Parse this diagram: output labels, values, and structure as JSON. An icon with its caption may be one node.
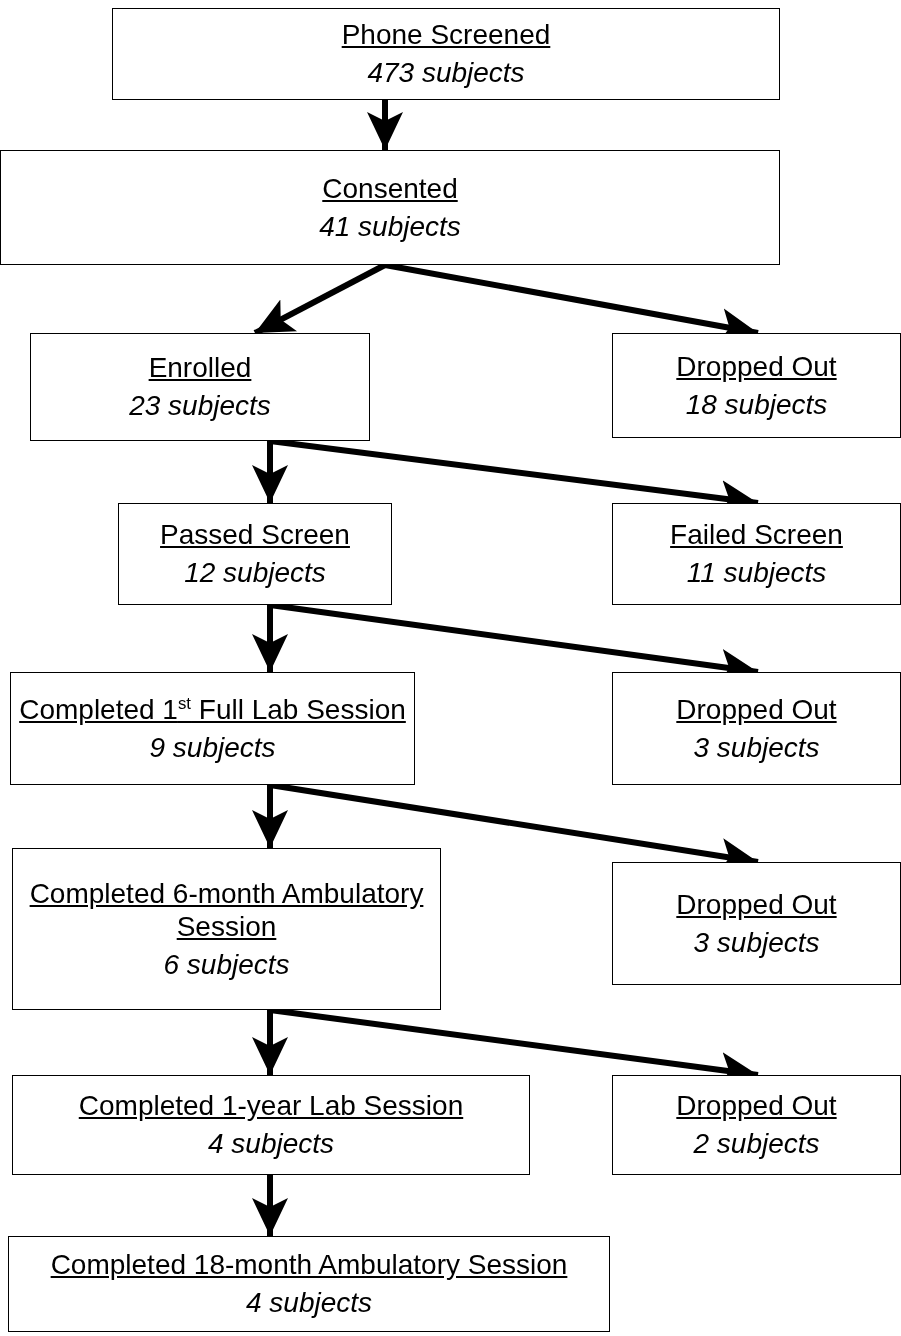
{
  "diagram": {
    "nodes": [
      {
        "text": [
          "Phone Screened",
          "473 subjects"
        ]
      },
      {
        "text": [
          "Consented",
          "41 subjects"
        ]
      },
      {
        "text": [
          "Enrolled",
          "23 subjects"
        ]
      },
      {
        "text": [
          "Dropped Out",
          "18 subjects"
        ]
      },
      {
        "text": [
          "Passed Screen",
          "12 subjects"
        ]
      },
      {
        "text": [
          "Failed Screen",
          "11 subjects"
        ]
      },
      {
        "text": [
          "Completed 1$^{st}$ Full Lab Session",
          "9 subjects"
        ]
      },
      {
        "text": [
          "Dropped Out",
          "3 subjects"
        ]
      },
      {
        "text": [
          "Completed 6-month Ambulatory Session",
          "6 subjects"
        ]
      },
      {
        "text": [
          "Dropped Out",
          "3 subjects"
        ]
      },
      {
        "text": [
          "Completed 1-year Lab Session",
          "4 subjects"
        ]
      },
      {
        "text": [
          "Dropped Out",
          "2 subjects"
        ]
      },
      {
        "text": [
          "Completed 18-month Ambulatory Session",
          "4 subjects"
        ]
      }
    ],
    "edges": [
      {
        "from": 0,
        "to": 1,
        "arrow": "to"
      },
      {
        "from": 1,
        "to": 2,
        "arrow": "to"
      },
      {
        "from": 1,
        "to": 3,
        "arrow": "to"
      },
      {
        "from": 2,
        "to": 4,
        "arrow": "to"
      },
      {
        "from": 2,
        "to": 5,
        "arrow": "to"
      },
      {
        "from": 4,
        "to": 6,
        "arrow": "to"
      },
      {
        "from": 4,
        "to": 7,
        "arrow": "to"
      },
      {
        "from": 6,
        "to": 8,
        "arrow": "to"
      },
      {
        "from": 6,
        "to": 9,
        "arrow": "to"
      },
      {
        "from": 8,
        "to": 10,
        "arrow": "to"
      },
      {
        "from": 8,
        "to": 11,
        "arrow": "to"
      },
      {
        "from": 10,
        "to": 12,
        "arrow": "to"
      }
    ]
  }
}
